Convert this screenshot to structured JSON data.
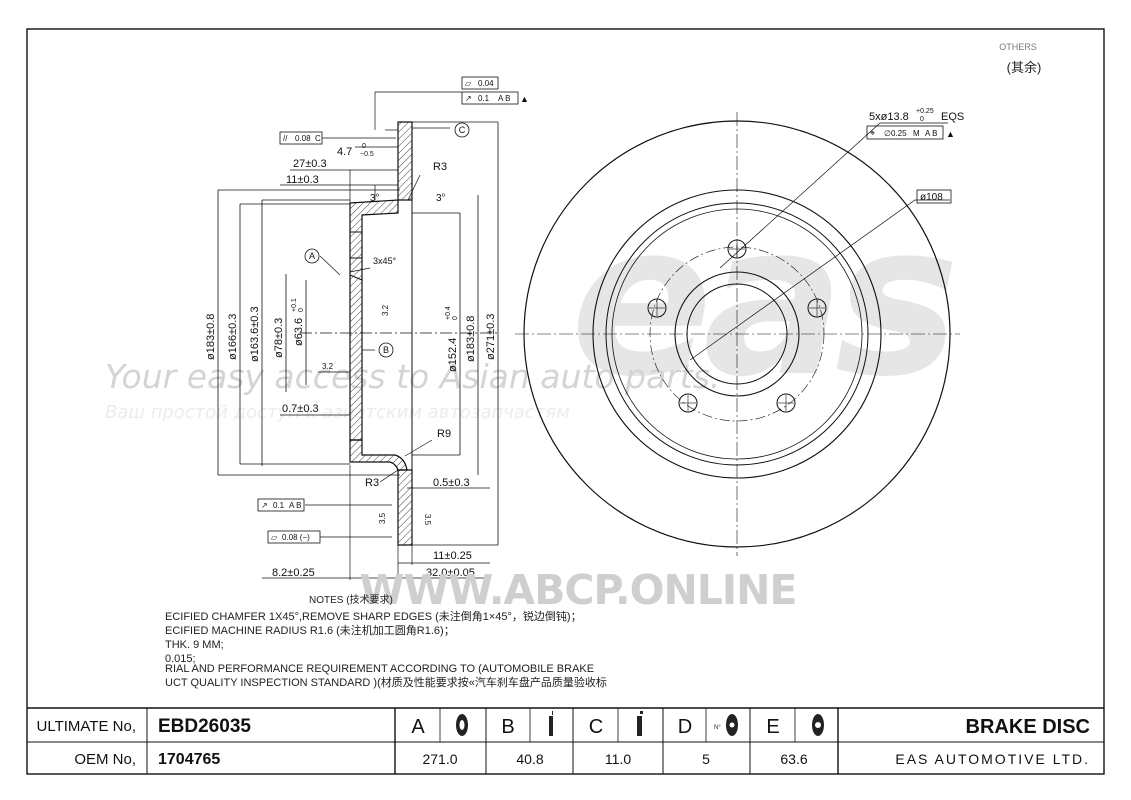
{
  "corner_note": {
    "line1": "OTHERS",
    "line2": "(其余)"
  },
  "watermark": {
    "logo": "eas",
    "tagline_en": "Your easy access to Asian auto parts.",
    "tagline_ru": "Ваш простой доступ к азиатским автозапчастям",
    "site": "WWW.ABCP.ONLINE"
  },
  "drawing": {
    "gdt": {
      "flatness_top": "0.04",
      "runout_top": "0.1",
      "runout_top_ref": "A B",
      "parallel": "0.08",
      "parallel_ref": "C",
      "runout_bottom": "0.1",
      "runout_bottom_ref": "A B",
      "flatness_bottom": "0.08 (−)",
      "position": "∅0.25",
      "position_mod": "M",
      "position_ref": "A B"
    },
    "datums": {
      "a": "A",
      "b": "B",
      "c": "C"
    },
    "dims": {
      "d_4_7": "4.7",
      "d_4_7_tol_top": "0",
      "d_4_7_tol_bot": "−0.5",
      "d_27": "27±0.3",
      "d_11": "11±0.3",
      "d_r3_top": "R3",
      "d_3deg_left": "3°",
      "d_3deg_right": "3°",
      "d_chamfer": "3x45°",
      "d_rough_1": "3.2",
      "d_rough_2": "3.2",
      "d_0_7": "0.7±0.3",
      "d_r9": "R9",
      "d_r3_bottom": "R3",
      "d_0_5": "0.5±0.3",
      "d_rough_3": "3.5",
      "d_rough_4": "3.5",
      "d_11_025": "11±0.25",
      "d_8_2": "8.2±0.25",
      "d_32": "32.0±0.05",
      "dia_183_left": "ø183±0.8",
      "dia_166": "ø166±0.3",
      "dia_163": "ø163.6±0.3",
      "dia_78": "ø78±0.3",
      "dia_63": "ø63.6",
      "dia_63_tol_top": "+0.1",
      "dia_63_tol_bot": "0",
      "dia_152": "ø152.4",
      "dia_152_tol_top": "+0.4",
      "dia_152_tol_bot": "0",
      "dia_183_right": "ø183±0.8",
      "dia_271": "ø271±0.3",
      "holes": "5xø13.8",
      "holes_tol_top": "+0.25",
      "holes_tol_bot": "0",
      "holes_eqs": "EQS",
      "pcd": "ø108"
    }
  },
  "notes": {
    "title": "NOTES (技术要求)",
    "lines": [
      "ECIFIED CHAMFER 1X45°,REMOVE SHARP EDGES (未注倒角1×45°，锐边倒钝)；",
      "ECIFIED MACHINE RADIUS R1.6 (未注机加工圆角R1.6)；",
      "THK. 9 MM;",
      "0.015;",
      "RIAL AND PERFORMANCE REQUIREMENT ACCORDING TO (AUTOMOBILE BRAKE",
      "UCT QUALITY INSPECTION STANDARD )(材质及性能要求按«汽车刹车盘产品质量验收标"
    ]
  },
  "title_block": {
    "ultimate_label": "ULTIMATE No,",
    "ultimate_value": "EBD26035",
    "oem_label": "OEM No,",
    "oem_value": "1704765",
    "columns": [
      {
        "letter": "A",
        "icon": "disc-diameter-icon",
        "value": "271.0"
      },
      {
        "letter": "B",
        "icon": "disc-height-icon",
        "value": "40.8"
      },
      {
        "letter": "C",
        "icon": "disc-thickness-icon",
        "value": "11.0"
      },
      {
        "letter": "D",
        "icon": "bolt-holes-icon",
        "value": "5"
      },
      {
        "letter": "E",
        "icon": "center-bore-icon",
        "value": "63.6"
      }
    ],
    "product": "BRAKE DISC",
    "company": "EAS AUTOMOTIVE LTD."
  }
}
